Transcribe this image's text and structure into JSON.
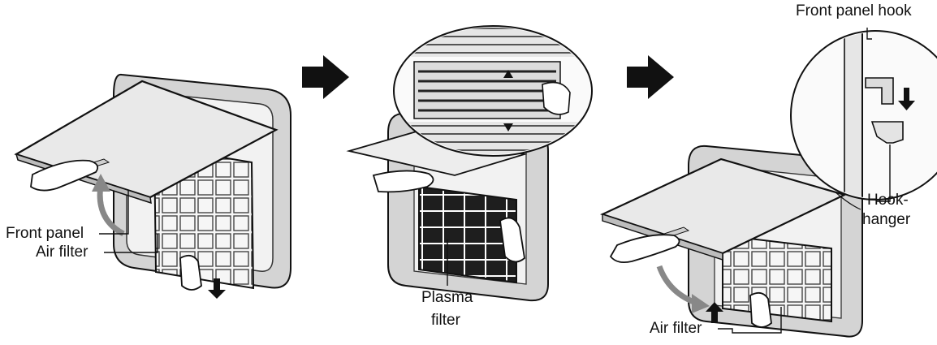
{
  "diagram": {
    "panels": [
      {
        "id": "step1",
        "labels": {
          "front_panel": "Front panel",
          "air_filter": "Air filter"
        }
      },
      {
        "id": "step2",
        "labels": {
          "plasma_filter_line1": "Plasma",
          "plasma_filter_line2": "filter"
        }
      },
      {
        "id": "step3",
        "labels": {
          "front_panel_hook": "Front panel hook",
          "hook_hanger_line1": "Hook-",
          "hook_hanger_line2": "hanger",
          "air_filter": "Air filter"
        }
      }
    ],
    "colors": {
      "ink": "#111111",
      "panel_fill": "#e9e9e9",
      "frame_fill": "#d4d4d4",
      "arrow_fill": "#111111",
      "filter_dark": "#2a2a2a"
    }
  }
}
